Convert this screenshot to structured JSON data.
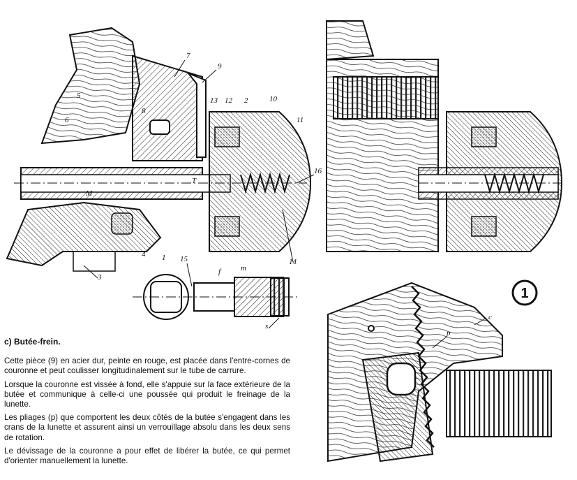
{
  "figure_number": "1",
  "labels": {
    "l5": "5",
    "l6": "6",
    "l7": "7",
    "l9": "9",
    "l8": "8",
    "l13": "13",
    "l12": "12",
    "l2": "2",
    "l10": "10",
    "l11": "11",
    "l16": "16",
    "lT": "T",
    "lM": "M",
    "l3": "3",
    "l4": "4",
    "l1": "1",
    "l15": "15",
    "lf": "f",
    "lm": "m",
    "l14": "14",
    "ls": "s",
    "lc": "c",
    "lp": "p"
  },
  "text": {
    "heading": "c) Butée-frein.",
    "p1": "Cette pièce (9) en acier dur, peinte en rouge, est placée dans l'entre-cornes de couronne et peut coulisser longitudinalement sur le tube de carrure.",
    "p2": "Lorsque la couronne est vissée à fond, elle s'appuie sur la face extérieure de la butée et communique à celle-ci une poussée qui produit le freinage de la lunette.",
    "p3": "Les pliages (p) que comportent les deux côtés de la butée s'engagent dans les crans de la lunette et assurent ainsi un verrouillage absolu dans les deux sens de rotation.",
    "p4": "Le dévissage de la couronne a pour effet de libérer la butée, ce qui permet d'orienter manuellement la lunette."
  }
}
